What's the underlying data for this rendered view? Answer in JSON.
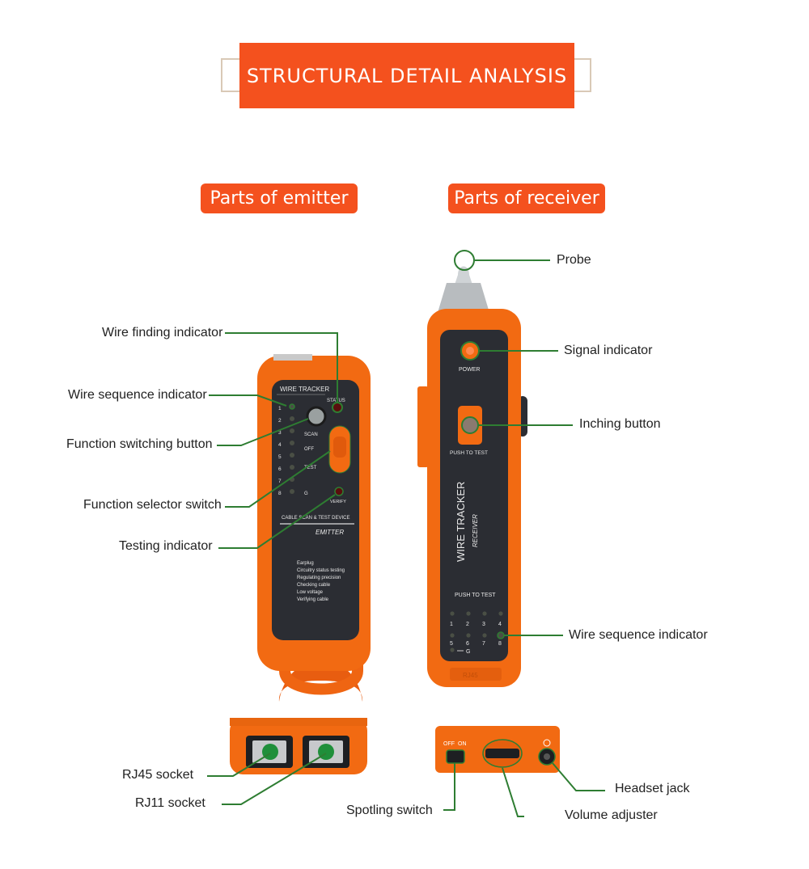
{
  "header": {
    "title": "STRUCTURAL DETAIL ANALYSIS"
  },
  "sections": {
    "emitter": "Parts of emitter",
    "receiver": "Parts of receiver"
  },
  "emitter_callouts": {
    "wire_finding_indicator": "Wire finding indicator",
    "wire_sequence_indicator": "Wire sequence indicator",
    "function_switching_button": "Function switching button",
    "function_selector_switch": "Function selector switch",
    "testing_indicator": "Testing indicator"
  },
  "receiver_callouts": {
    "probe": "Probe",
    "signal_indicator": "Signal indicator",
    "inching_button": "Inching button",
    "wire_sequence_indicator": "Wire sequence indicator"
  },
  "bottom_callouts": {
    "rj45_socket": "RJ45 socket",
    "rj11_socket": "RJ11 socket",
    "spotling_switch": "Spotling switch",
    "volume_adjuster": "Volume adjuster",
    "headset_jack": "Headset jack"
  },
  "emitter_panel": {
    "brand": "WIRE TRACKER",
    "status": "STATUS",
    "scan": "SCAN",
    "off": "OFF",
    "test": "TEST",
    "verify": "VERIFY",
    "ground": "G",
    "numbers": [
      "1",
      "2",
      "3",
      "4",
      "5",
      "6",
      "7",
      "8"
    ],
    "device_line": "CABLE SCAN & TEST DEVICE",
    "model": "EMITTER",
    "features": [
      "Earplug",
      "Circuitry status testing",
      "Regulating precision",
      "Checking cable",
      "Low voltage",
      "Verifying cable"
    ]
  },
  "receiver_panel": {
    "power": "POWER",
    "push_to_test_top": "PUSH TO TEST",
    "brand": "WIRE TRACKER",
    "model": "RECEIVER",
    "push_to_test_bottom": "PUSH TO TEST",
    "row1": [
      "1",
      "2",
      "3",
      "4"
    ],
    "row2": [
      "5",
      "6",
      "7",
      "8"
    ],
    "ground": "G",
    "rj45": "RJ45"
  },
  "receiver_bottom": {
    "off": "OFF",
    "on": "ON"
  },
  "colors": {
    "accent": "#f4511e",
    "body_orange": "#f26a12",
    "panel": "#2b2d33",
    "callout_green": "#2e7d32"
  }
}
